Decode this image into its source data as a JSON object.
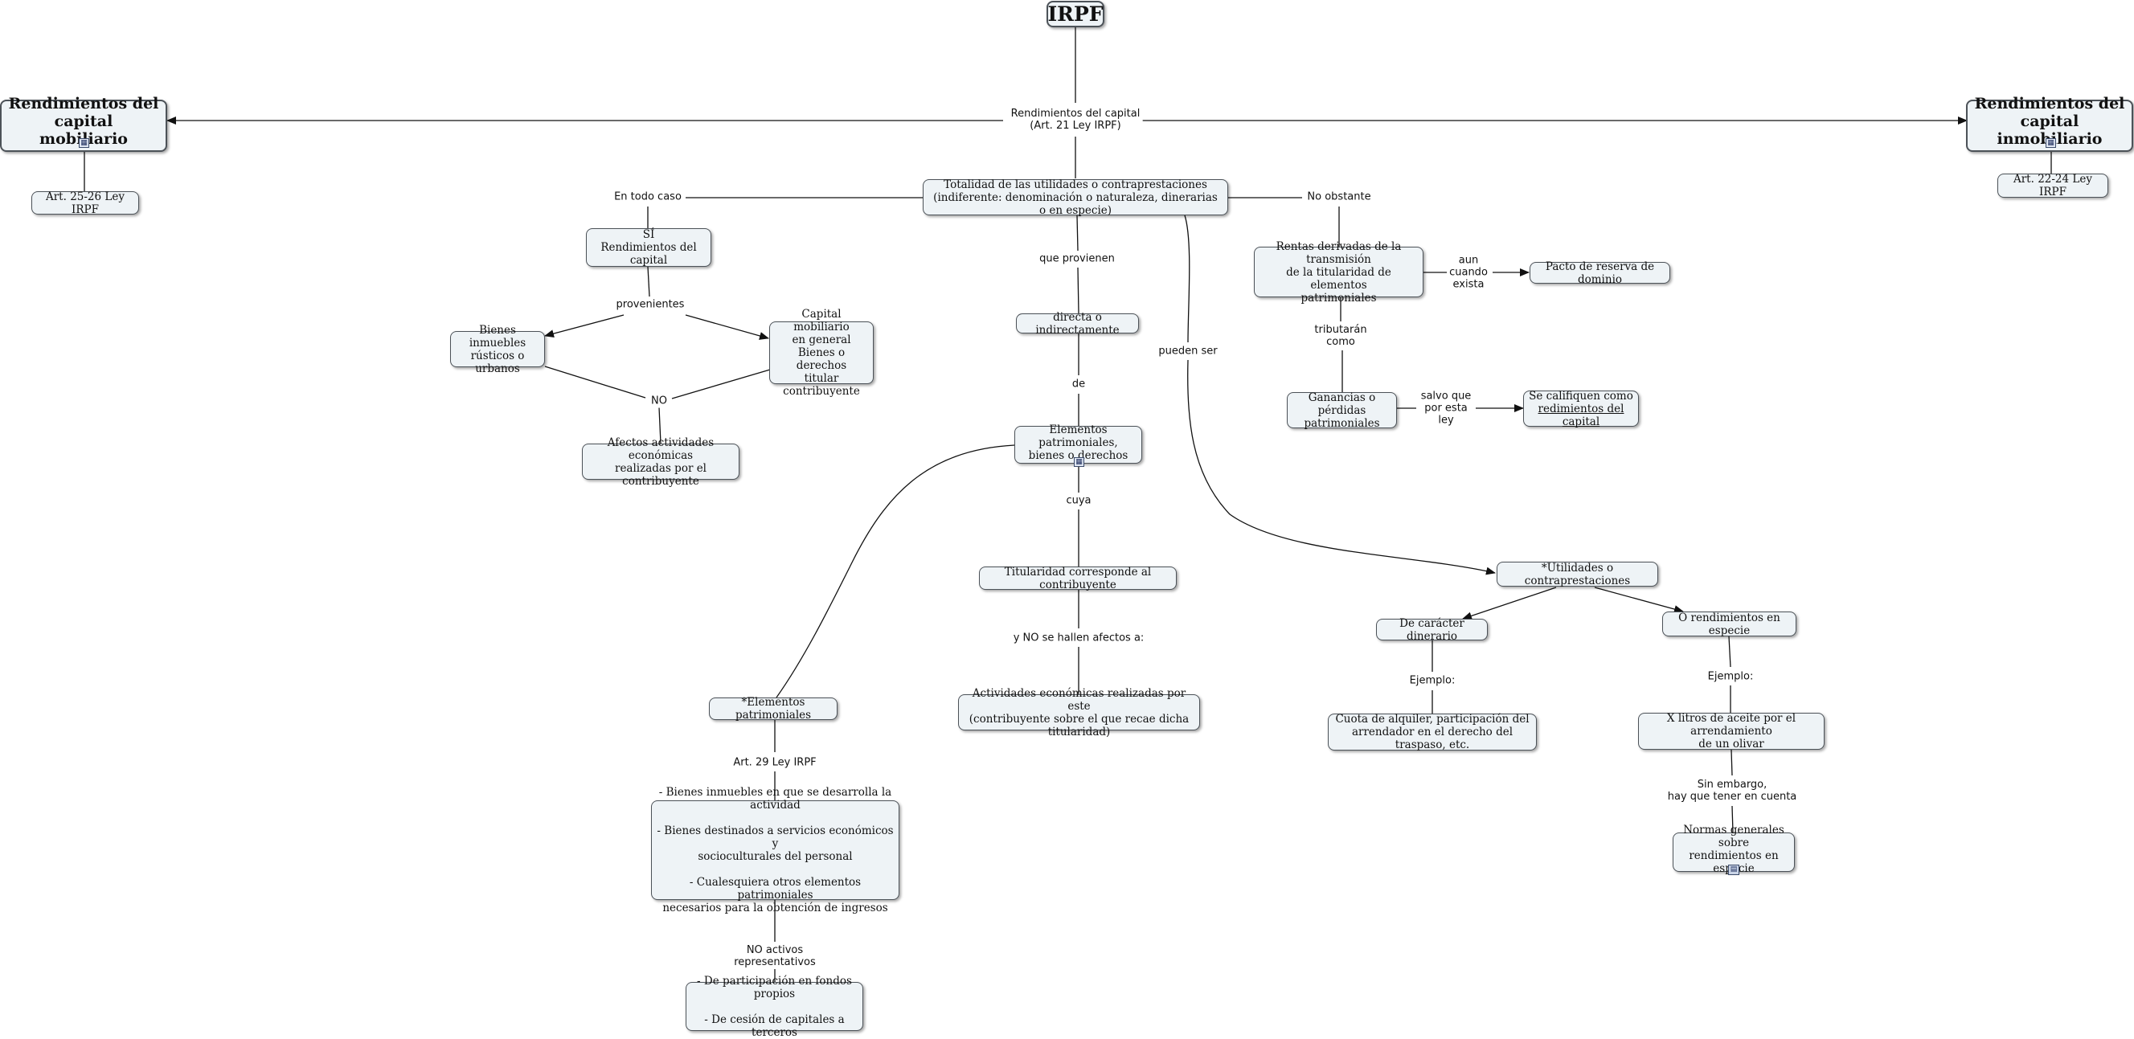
{
  "nodes": {
    "irpf": "IRPF",
    "rcm": "Rendimientos del capital\nmobiliario",
    "rci": "Rendimientos del capital\ninmobiliario",
    "art2526": "Art. 25-26 Ley IRPF",
    "art2224": "Art. 22-24 Ley IRPF",
    "totalidad": "Totalidad de las utilidades o contraprestaciones\n(indiferente: denominación o naturaleza, dinerarias o en especie)",
    "si": "SÍ\nRendimientos del capital",
    "bienes_inmuebles": "Bienes inmuebles\nrústicos o urbanos",
    "capital_mobiliario": "Capital mobiliario\nen general\nBienes o derechos\ntitular contribuyente",
    "afectos": "Afectos actividades económicas\nrealizadas por el contribuyente",
    "directa": "directa o indirectamente",
    "elementos": "Elementos patrimoniales,\nbienes o derechos",
    "titularidad": "Titularidad corresponde al contribuyente",
    "actividades": "Actividades económicas realizadas por este\n(contribuyente sobre el que recae dicha titularidad)",
    "elem_patr": "*Elementos patrimoniales",
    "lista_bienes": "- Bienes inmuebles en que se desarrolla la actividad\n\n- Bienes destinados a servicios económicos y\nsocioculturales del personal\n\n- Cualesquiera otros elementos patrimoniales\nnecesarios para la obtención de ingresos",
    "participacion": "- De participación en fondos propios\n\n- De cesión de capitales a terceros",
    "rentas": "Rentas derivadas de la transmisión\nde la titularidad de elementos\npatrimoniales",
    "pacto": "Pacto de reserva de dominio",
    "ganancias": "Ganancias o pérdidas\npatrimoniales",
    "califiquen_line1": "Se califiquen como",
    "califiquen_line2": "redimientos del capital",
    "utilidades": "*Utilidades o contraprestaciones",
    "dinerario": "De carácter dinerario",
    "especie": "O rendimientos en especie",
    "cuota": "Cuota de alquiler, participación del\narrendador en el derecho del traspaso, etc.",
    "aceite": "X litros de aceite por el arrendamiento\nde un olivar",
    "normas": "Normas generales sobre\nrendimientos en especie"
  },
  "links": {
    "rendimientos_capital": "Rendimientos del capital\n(Art. 21 Ley IRPF)",
    "en_todo_caso": "En todo caso",
    "no_obstante": "No obstante",
    "que_provienen": "que provienen",
    "provenientes": "provenientes",
    "no": "NO",
    "de": "de",
    "cuya": "cuya",
    "y_no": "y NO se hallen afectos a:",
    "art29": "Art. 29 Ley IRPF",
    "no_activos": "NO activos\nrepresentativos",
    "pueden_ser": "pueden ser",
    "aun_cuando": "aun\ncuando\nexista",
    "tributaran": "tributarán\ncomo",
    "salvo_que": "salvo que\npor esta\nley",
    "ejemplo1": "Ejemplo:",
    "ejemplo2": "Ejemplo:",
    "sin_embargo": "Sin embargo,\nhay que tener en cuenta"
  },
  "icons": {
    "resource": "sitemap-icon",
    "document": "document-icon"
  },
  "colors": {
    "node_fill": "#eef3f6",
    "node_border": "#4c5258",
    "line": "#111111"
  }
}
